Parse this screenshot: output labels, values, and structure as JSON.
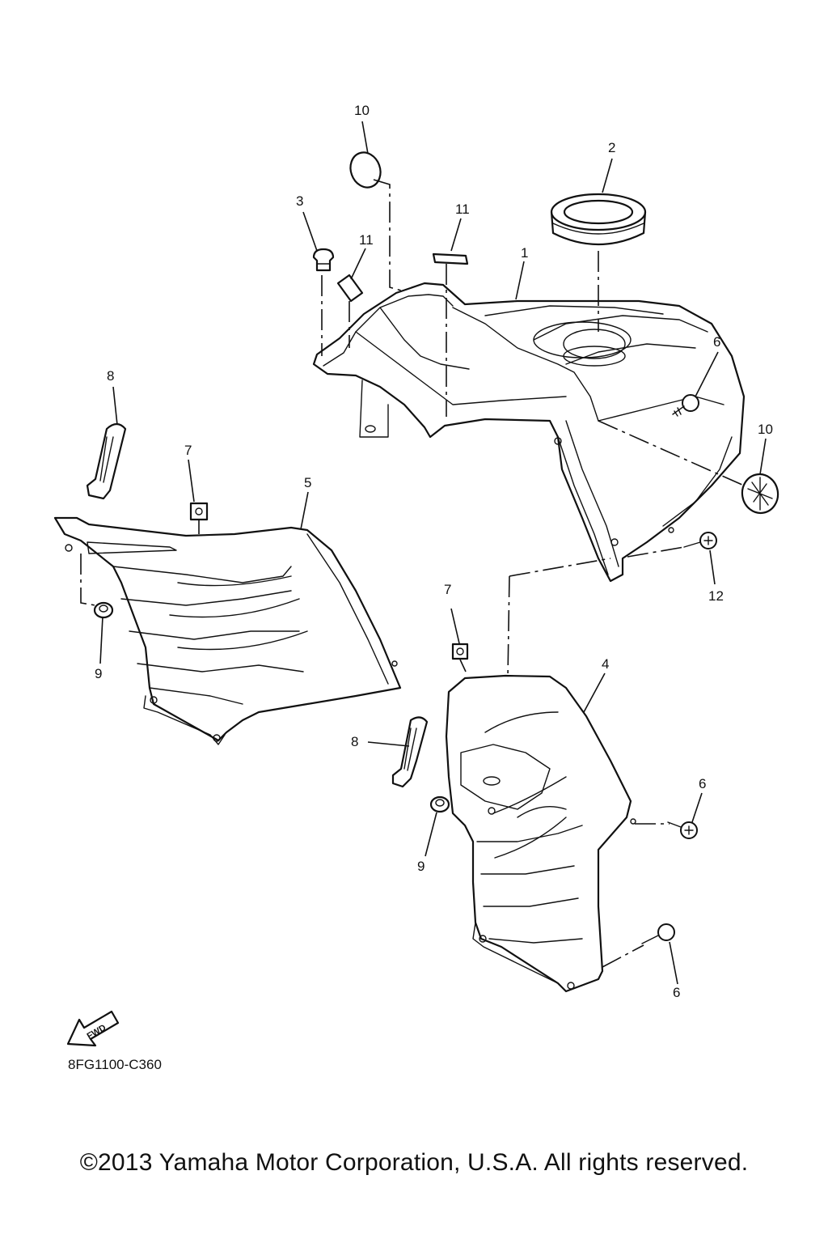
{
  "diagram": {
    "callouts": {
      "c10_top": "10",
      "c2": "2",
      "c3": "3",
      "c11_right": "11",
      "c11_left": "11",
      "c1": "1",
      "c6_tank": "6",
      "c10_right": "10",
      "c8_left": "8",
      "c7_left": "7",
      "c5": "5",
      "c9_left": "9",
      "c12": "12",
      "c7_right": "7",
      "c4": "4",
      "c8_right": "8",
      "c6_mid": "6",
      "c9_right": "9",
      "c6_bottom": "6"
    },
    "fwd_label": "FWD",
    "code": "8FG1100-C360",
    "copyright": "©2013 Yamaha Motor Corporation, U.S.A. All rights reserved."
  }
}
